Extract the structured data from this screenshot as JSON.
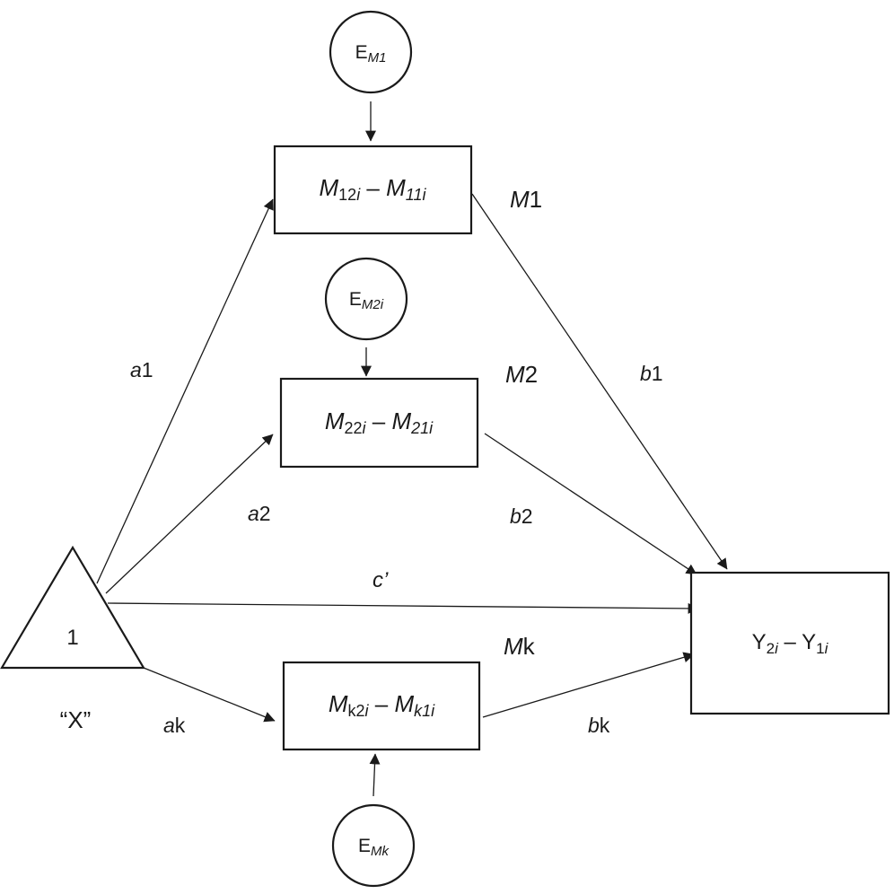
{
  "nodes": {
    "x_const": {
      "label": "1",
      "caption": "“X”"
    },
    "m1": {
      "base1": "M",
      "sub1": "12",
      "sub1_i": "i",
      "minus": " – ",
      "base2": "M",
      "sub2": "11i",
      "name_it": "M",
      "name_rest": "1"
    },
    "m2": {
      "base1": "M",
      "sub1": "22",
      "sub1_i": "i",
      "minus": " – ",
      "base2": "M",
      "sub2": "21i",
      "name_it": "M",
      "name_rest": "2"
    },
    "mk": {
      "base1": "M",
      "sub1": "k2",
      "sub1_i": "i",
      "minus": " – ",
      "base2": "M",
      "sub2": "k1i",
      "name_it": "M",
      "name_rest": "k"
    },
    "y": {
      "base1": "Y",
      "sub1": "2",
      "sub1_i": "i",
      "minus": " – ",
      "base2": "Y",
      "sub2": "1",
      "sub2_i": "i"
    }
  },
  "errors": {
    "e_m1": {
      "base": "E",
      "sub": "M1"
    },
    "e_m2": {
      "base": "E",
      "sub": "M2i"
    },
    "e_mk": {
      "base": "E",
      "sub": "Mk"
    }
  },
  "paths": {
    "a1": {
      "it": "a",
      "rest": "1"
    },
    "a2": {
      "it": "a",
      "rest": "2"
    },
    "ak": {
      "it": "a",
      "rest": "k"
    },
    "b1": {
      "it": "b",
      "rest": "1"
    },
    "b2": {
      "it": "b",
      "rest": "2"
    },
    "bk": {
      "it": "b",
      "rest": "k"
    },
    "c_prime": {
      "it": "c’",
      "rest": ""
    }
  }
}
